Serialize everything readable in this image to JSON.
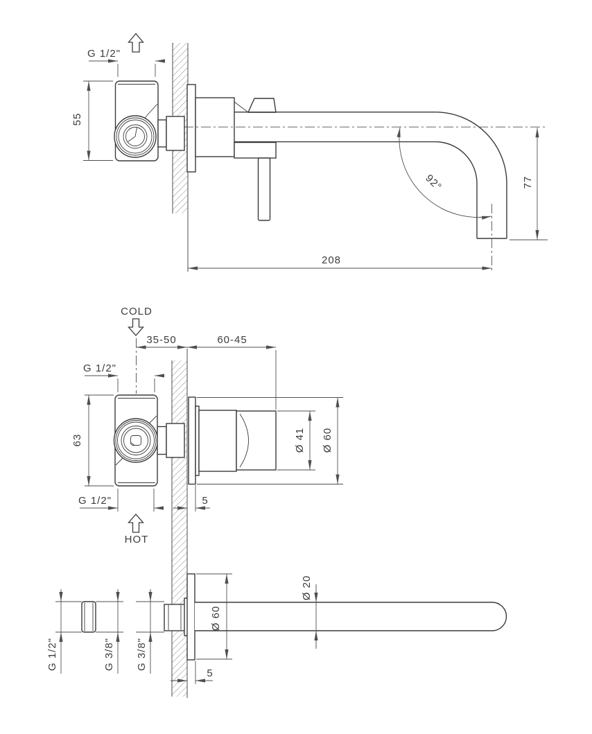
{
  "side_view": {
    "inlet_thread": "G 1/2\"",
    "body_height": "55",
    "spout_angle": "92°",
    "spout_drop": "77",
    "spout_reach": "208"
  },
  "plan_view": {
    "cold_label": "COLD",
    "hot_label": "HOT",
    "embed_depth": "35-50",
    "protrusion": "60-45",
    "inlet_thread_top": "G 1/2\"",
    "inlet_thread_bottom": "G 1/2\"",
    "body_height": "63",
    "handle_diameter": "Ø 41",
    "plate_diameter": "Ø 60",
    "plate_thickness": "5"
  },
  "spout_view": {
    "adapter_thread_in": "G 1/2\"",
    "adapter_thread_out": "G 3/8\"",
    "spout_thread": "G 3/8\"",
    "plate_diameter": "Ø 60",
    "tube_diameter": "Ø 20",
    "plate_thickness": "5"
  },
  "colors": {
    "line": "#3a3a3a",
    "dimension": "#4f4f4f",
    "background": "#ffffff"
  }
}
